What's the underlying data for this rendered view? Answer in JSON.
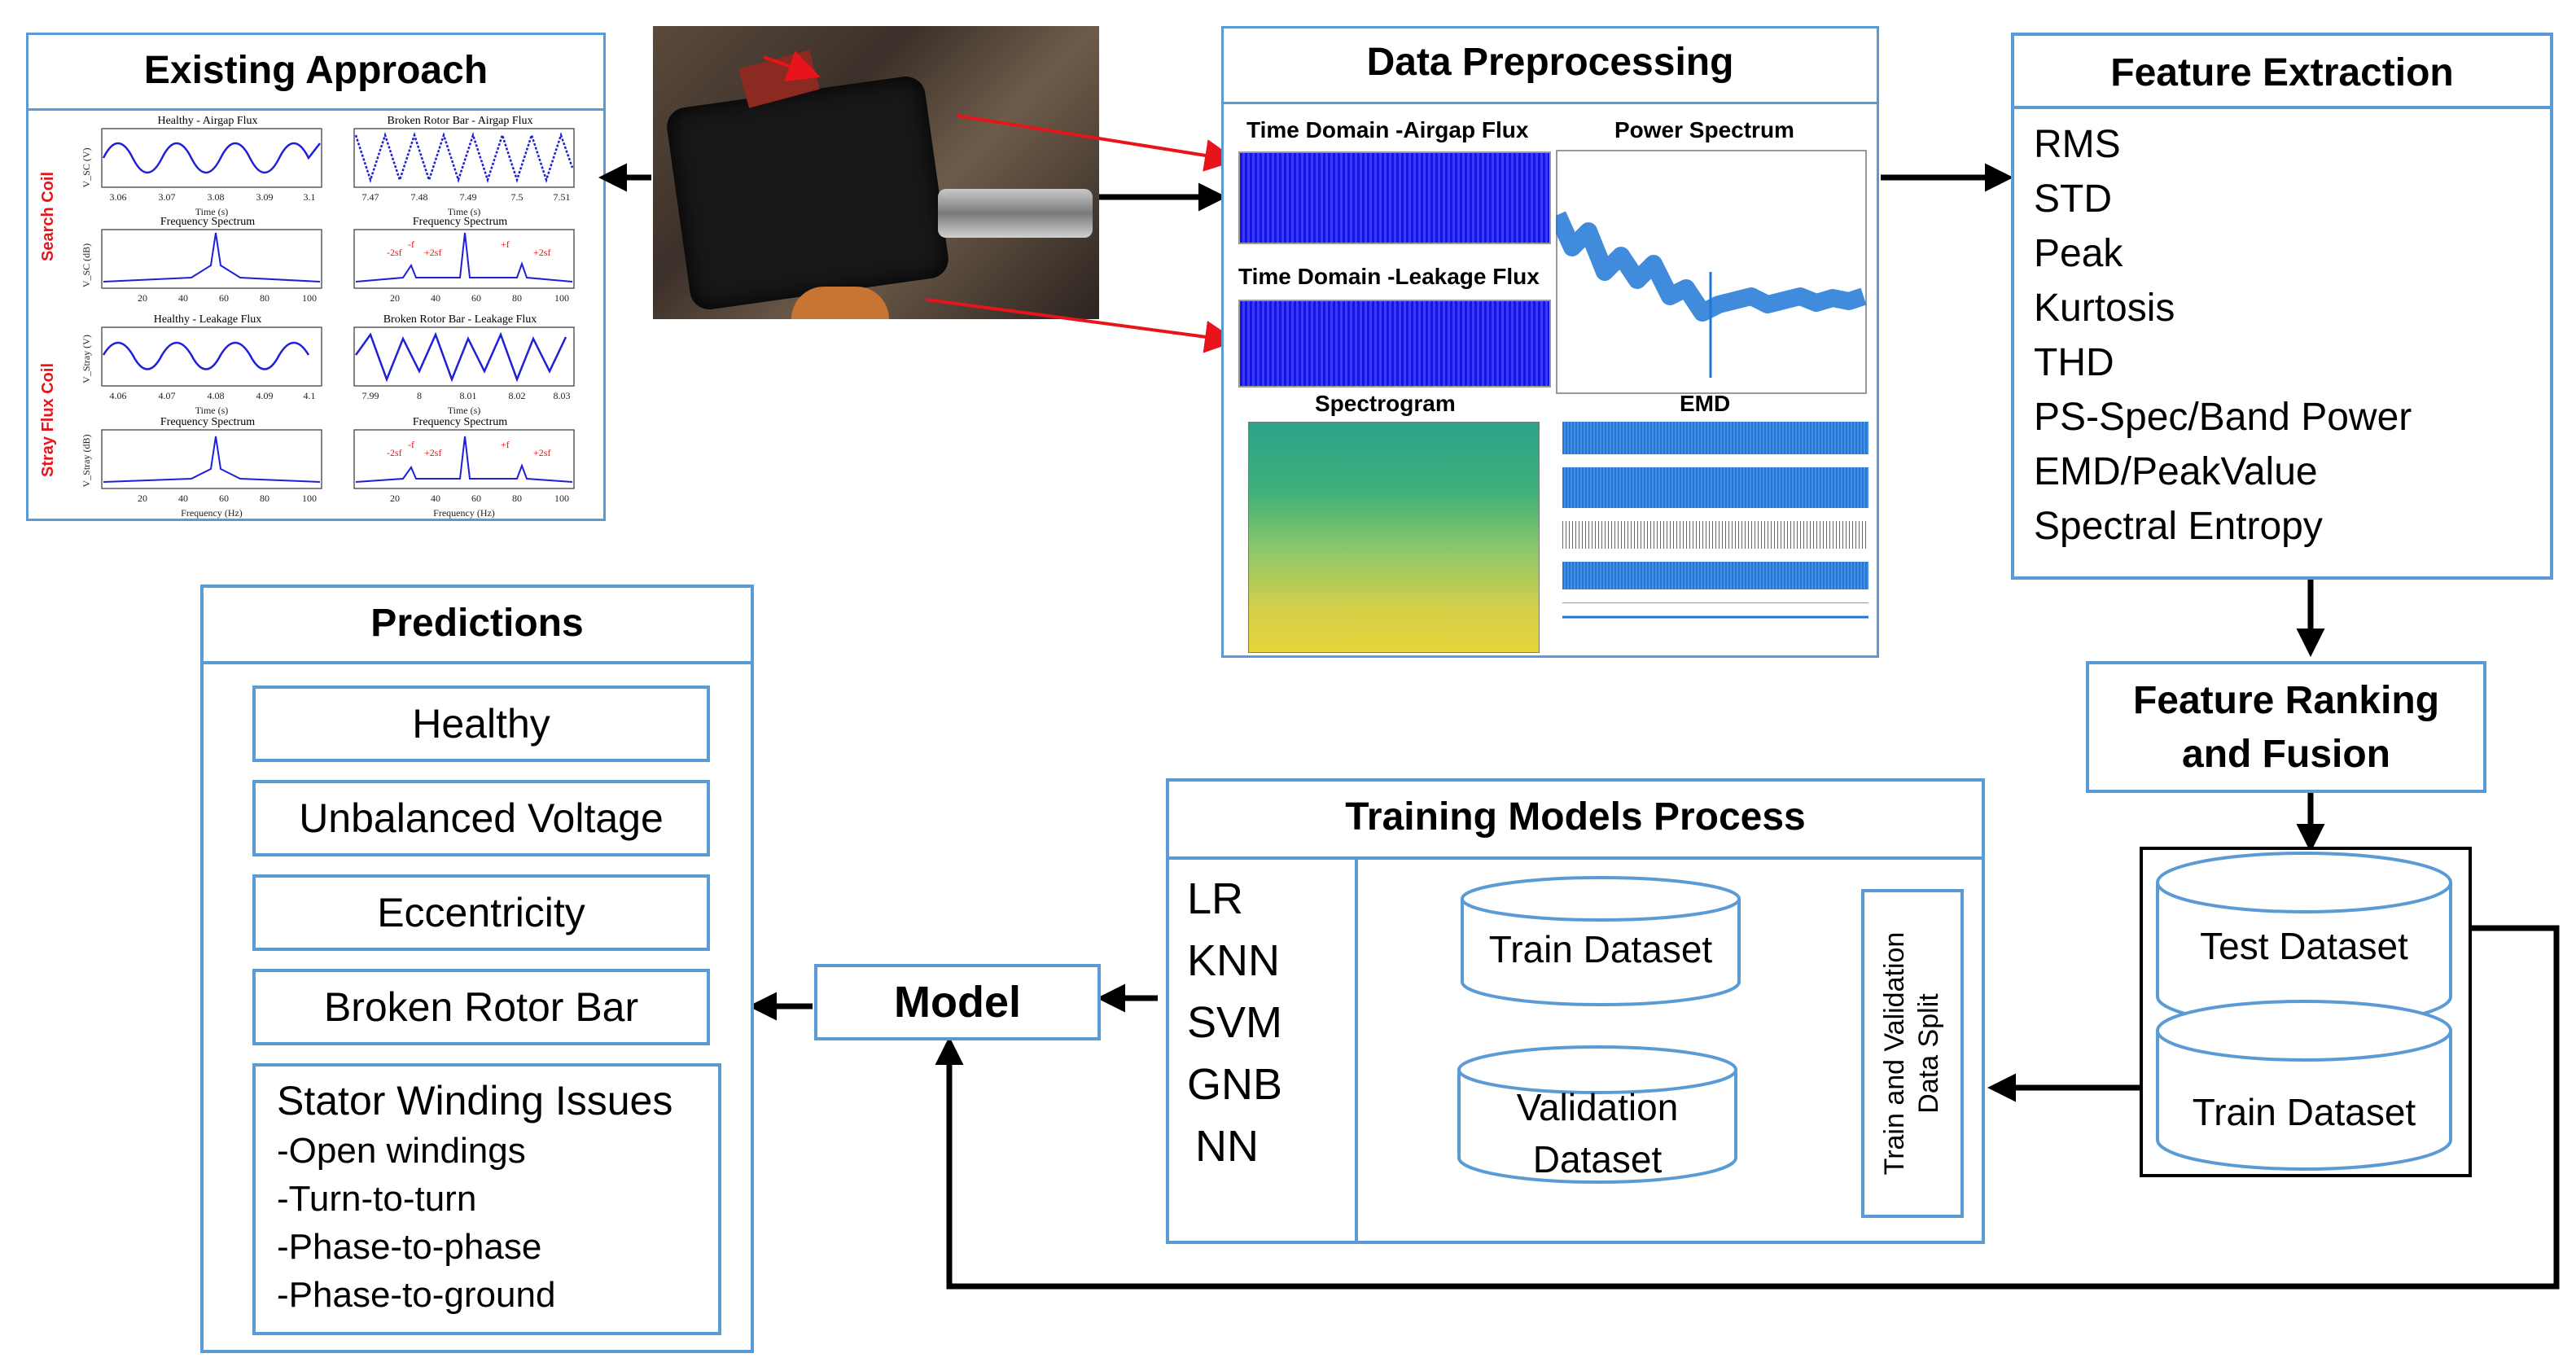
{
  "existing_approach": {
    "title": "Existing Approach",
    "panels": {
      "healthy_airgap": "Healthy - Airgap Flux",
      "broken_airgap": "Broken Rotor Bar - Airgap Flux",
      "healthy_leakage": "Healthy - Leakage Flux",
      "broken_leakage": "Broken Rotor Bar - Leakage Flux",
      "freq_spectrum": "Frequency Spectrum",
      "time_label": "Time (s)",
      "freq_label": "Frequency (Hz)",
      "search_coil": "Search Coil",
      "stray_flux_coil": "Stray Flux Coil",
      "ylab_vsc": "V_SC (V)",
      "ylab_vsc_db": "V_SC (dB)",
      "ylab_vstray": "V_Stray (V)",
      "ylab_vstray_db": "V_Stray (dB)",
      "ticks_t1": [
        "3.06",
        "3.07",
        "3.08",
        "3.09",
        "3.1"
      ],
      "ticks_t2": [
        "7.47",
        "7.48",
        "7.49",
        "7.5",
        "7.51"
      ],
      "ticks_t3": [
        "4.06",
        "4.07",
        "4.08",
        "4.09",
        "4.1"
      ],
      "ticks_t4": [
        "7.99",
        "8",
        "8.01",
        "8.02",
        "8.03"
      ],
      "ticks_f": [
        "20",
        "40",
        "60",
        "80",
        "100"
      ]
    }
  },
  "data_preprocessing": {
    "title": "Data Preprocessing",
    "time_airgap": "Time Domain -Airgap Flux",
    "time_leakage": "Time Domain -Leakage Flux",
    "power_spectrum": "Power Spectrum",
    "spectrogram": "Spectrogram",
    "emd": "EMD"
  },
  "feature_extraction": {
    "title": "Feature Extraction",
    "features": [
      "RMS",
      "STD",
      "Peak",
      "Kurtosis",
      "THD",
      "PS-Spec/Band Power",
      "EMD/PeakValue",
      "Spectral Entropy"
    ]
  },
  "feature_ranking": {
    "line1": "Feature Ranking",
    "line2": "and Fusion"
  },
  "datasets": {
    "test": "Test Dataset",
    "train": "Train Dataset"
  },
  "training": {
    "title": "Training Models Process",
    "models": [
      "LR",
      "KNN",
      "SVM",
      "GNB",
      "NN"
    ],
    "train_dataset": "Train Dataset",
    "validation_line1": "Validation",
    "validation_line2": "Dataset",
    "split_line1": "Train and Validation",
    "split_line2": "Data Split"
  },
  "model": {
    "label": "Model"
  },
  "predictions": {
    "title": "Predictions",
    "classes": [
      "Healthy",
      "Unbalanced Voltage",
      "Eccentricity",
      "Broken Rotor Bar"
    ],
    "stator_title": "Stator Winding Issues",
    "stator_items": [
      "-Open windings",
      "-Turn-to-turn",
      "-Phase-to-phase",
      "-Phase-to-ground"
    ]
  },
  "colors": {
    "accent": "#5b9bd5",
    "arrow": "#000000",
    "red_arrow": "#e8141b",
    "signal": "#1f1fd6"
  }
}
